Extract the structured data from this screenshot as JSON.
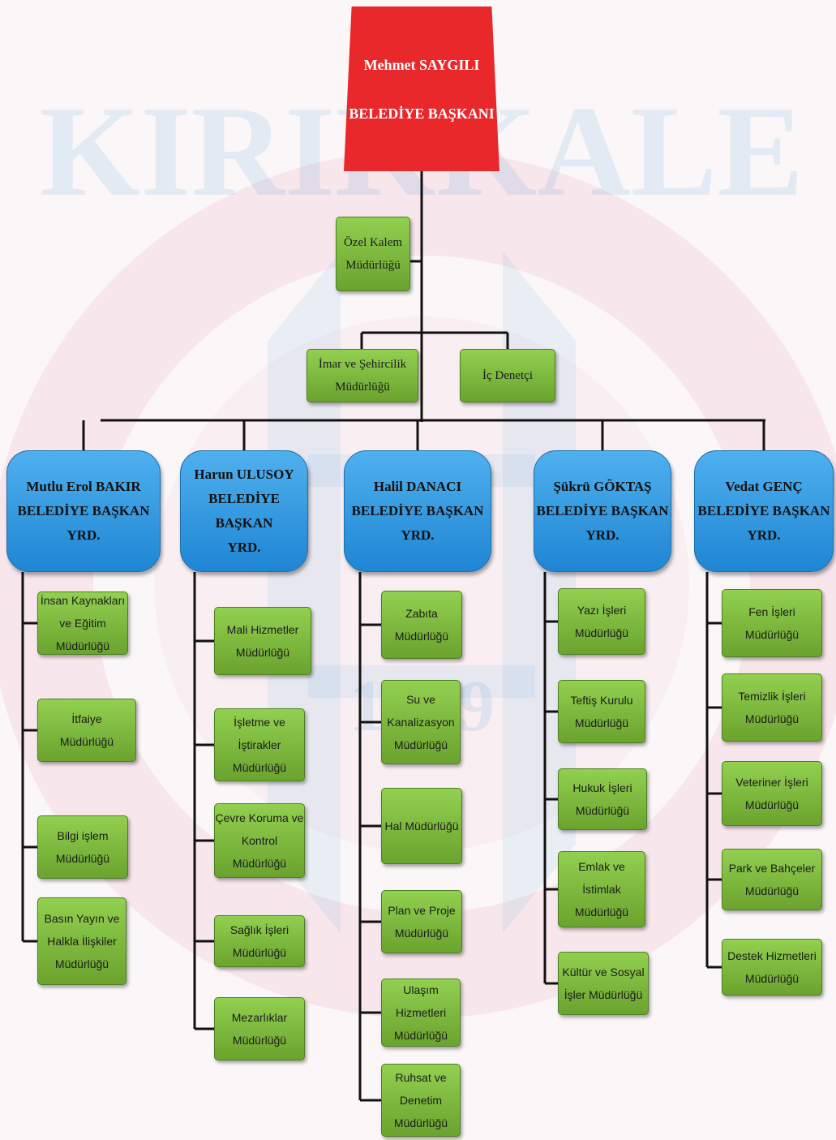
{
  "watermark": {
    "text": "KIRIKKALE",
    "year": "1939"
  },
  "head": {
    "name": "Mehmet SAYGILI",
    "title": "BELEDİYE BAŞKANI"
  },
  "staff": [
    {
      "id": "ozel-kalem",
      "label": "Özel Kalem\nMüdürlüğü"
    },
    {
      "id": "imar",
      "label": "İmar ve Şehircilik\nMüdürlüğü"
    },
    {
      "id": "ic-denetci",
      "label": "İç Denetçi"
    }
  ],
  "deputies": [
    {
      "name": "Mutlu Erol BAKIR",
      "title": "BELEDİYE BAŞKAN\nYRD.",
      "units": [
        "İnsan Kaynakları\nve Eğitim\nMüdürlüğü",
        "İtfaiye\nMüdürlüğü",
        "Bilgi işlem\nMüdürlüğü",
        "Basın Yayın ve\nHalkla İlişkiler\nMüdürlüğü"
      ]
    },
    {
      "name": "Harun ULUSOY",
      "title": "BELEDİYE BAŞKAN\nYRD.",
      "units": [
        "Mali Hizmetler\nMüdürlüğü",
        "İşletme ve\nİştirakler\nMüdürlüğü",
        "Çevre Koruma ve\nKontrol\nMüdürlüğü",
        "Sağlık İşleri\nMüdürlüğü",
        "Mezarlıklar\nMüdürlüğü"
      ]
    },
    {
      "name": "Halil DANACI",
      "title": "BELEDİYE BAŞKAN\nYRD.",
      "units": [
        "Zabıta\nMüdürlüğü",
        "Su ve\nKanalizasyon\nMüdürlüğü",
        "Hal Müdürlüğü",
        "Plan ve Proje\nMüdürlüğü",
        "Ulaşım\nHizmetleri\nMüdürlüğü",
        "Ruhsat ve\nDenetim\nMüdürlüğü"
      ]
    },
    {
      "name": "Şükrü GÖKTAŞ",
      "title": "BELEDİYE BAŞKAN\nYRD.",
      "units": [
        "Yazı İşleri\nMüdürlüğü",
        "Teftiş Kurulu\nMüdürlüğü",
        "Hukuk İşleri\nMüdürlüğü",
        "Emlak ve\nİstimlak\nMüdürlüğü",
        "Kültür ve Sosyal\nİşler Müdürlüğü"
      ]
    },
    {
      "name": "Vedat GENÇ",
      "title": "BELEDİYE BAŞKAN\nYRD.",
      "units": [
        "Fen İşleri\nMüdürlüğü",
        "Temizlik İşleri\nMüdürlüğü",
        "Veteriner İşleri\nMüdürlüğü",
        "Park ve Bahçeler\nMüdürlüğü",
        "Destek Hizmetleri\nMüdürlüğü"
      ]
    }
  ]
}
